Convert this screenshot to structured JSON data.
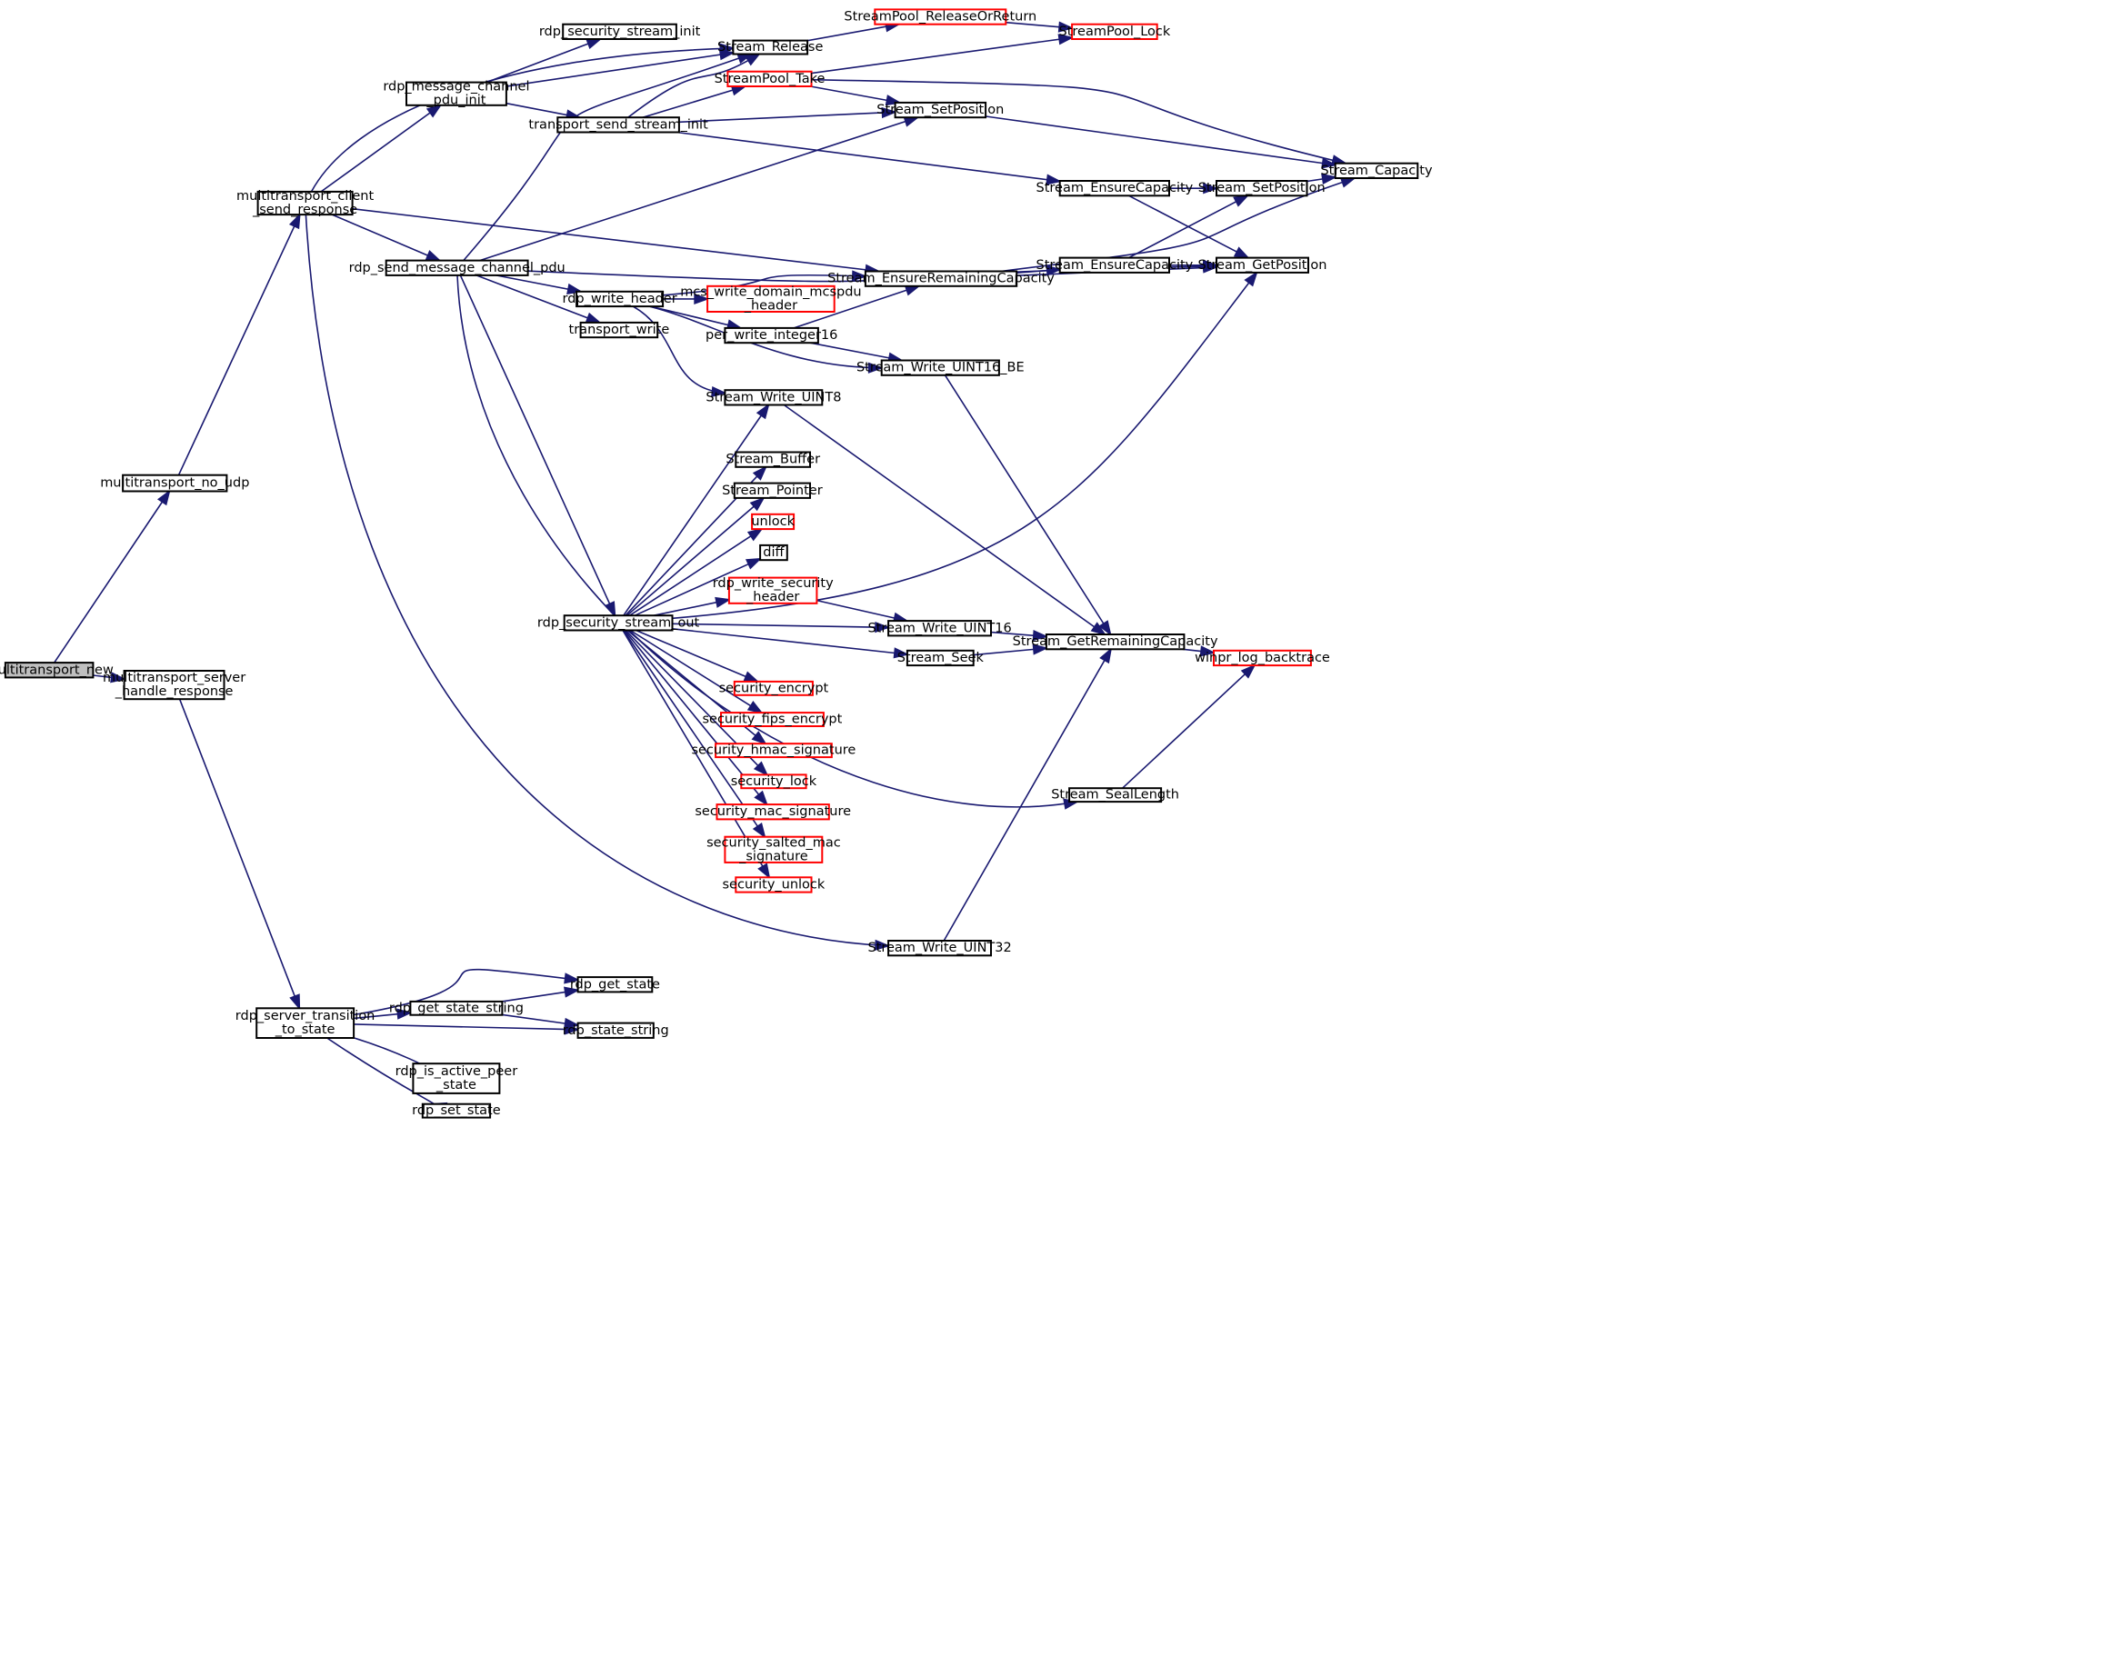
{
  "colors": {
    "edge": "#191970",
    "node_border": "#000000",
    "node_border_incomplete": "#ff0000",
    "root_fill": "#bfbfbf"
  },
  "nodes": [
    {
      "id": "multitransport_new",
      "lines": [
        "multitransport_new"
      ],
      "root": true
    },
    {
      "id": "multitransport_no_udp",
      "lines": [
        "multitransport_no_udp"
      ]
    },
    {
      "id": "multitransport_server_handle_response",
      "lines": [
        "multitransport_server",
        "_handle_response"
      ]
    },
    {
      "id": "multitransport_client_send_response",
      "lines": [
        "multitransport_client",
        "_send_response"
      ]
    },
    {
      "id": "rdp_server_transition_to_state",
      "lines": [
        "rdp_server_transition",
        "_to_state"
      ]
    },
    {
      "id": "rdp_message_channel_pdu_init",
      "lines": [
        "rdp_message_channel",
        "_pdu_init"
      ]
    },
    {
      "id": "rdp_send_message_channel_pdu",
      "lines": [
        "rdp_send_message_channel_pdu"
      ]
    },
    {
      "id": "rdp_get_state_string",
      "lines": [
        "rdp_get_state_string"
      ]
    },
    {
      "id": "rdp_is_active_peer_state",
      "lines": [
        "rdp_is_active_peer",
        "_state"
      ]
    },
    {
      "id": "rdp_set_state",
      "lines": [
        "rdp_set_state"
      ]
    },
    {
      "id": "rdp_get_state",
      "lines": [
        "rdp_get_state"
      ]
    },
    {
      "id": "rdp_state_string",
      "lines": [
        "rdp_state_string"
      ]
    },
    {
      "id": "rdp_security_stream_init",
      "lines": [
        "rdp_security_stream_init"
      ]
    },
    {
      "id": "transport_send_stream_init",
      "lines": [
        "transport_send_stream_init"
      ]
    },
    {
      "id": "rdp_write_header",
      "lines": [
        "rdp_write_header"
      ]
    },
    {
      "id": "transport_write",
      "lines": [
        "transport_write"
      ]
    },
    {
      "id": "rdp_security_stream_out",
      "lines": [
        "rdp_security_stream_out"
      ]
    },
    {
      "id": "Stream_Release",
      "lines": [
        "Stream_Release"
      ]
    },
    {
      "id": "StreamPool_Take",
      "lines": [
        "StreamPool_Take"
      ],
      "incomplete": true
    },
    {
      "id": "mcs_write_domain_mcspdu_header",
      "lines": [
        "mcs_write_domain_mcspdu",
        "_header"
      ],
      "incomplete": true
    },
    {
      "id": "per_write_integer16",
      "lines": [
        "per_write_integer16"
      ]
    },
    {
      "id": "Stream_Write_UINT8",
      "lines": [
        "Stream_Write_UINT8"
      ]
    },
    {
      "id": "Stream_Buffer",
      "lines": [
        "Stream_Buffer"
      ]
    },
    {
      "id": "Stream_Pointer",
      "lines": [
        "Stream_Pointer"
      ]
    },
    {
      "id": "unlock",
      "lines": [
        "unlock"
      ],
      "incomplete": true
    },
    {
      "id": "diff",
      "lines": [
        "diff"
      ]
    },
    {
      "id": "rdp_write_security_header",
      "lines": [
        "rdp_write_security",
        "_header"
      ],
      "incomplete": true
    },
    {
      "id": "security_encrypt",
      "lines": [
        "security_encrypt"
      ],
      "incomplete": true
    },
    {
      "id": "security_fips_encrypt",
      "lines": [
        "security_fips_encrypt"
      ],
      "incomplete": true
    },
    {
      "id": "security_hmac_signature",
      "lines": [
        "security_hmac_signature"
      ],
      "incomplete": true
    },
    {
      "id": "security_lock",
      "lines": [
        "security_lock"
      ],
      "incomplete": true
    },
    {
      "id": "security_mac_signature",
      "lines": [
        "security_mac_signature"
      ],
      "incomplete": true
    },
    {
      "id": "security_salted_mac_signature",
      "lines": [
        "security_salted_mac",
        "_signature"
      ],
      "incomplete": true
    },
    {
      "id": "security_unlock",
      "lines": [
        "security_unlock"
      ],
      "incomplete": true
    },
    {
      "id": "StreamPool_ReleaseOrReturn",
      "lines": [
        "StreamPool_ReleaseOrReturn"
      ],
      "incomplete": true
    },
    {
      "id": "Stream_SetPosition_a",
      "lines": [
        "Stream_SetPosition"
      ]
    },
    {
      "id": "Stream_EnsureRemainingCapacity",
      "lines": [
        "Stream_EnsureRemainingCapacity"
      ]
    },
    {
      "id": "Stream_Write_UINT16_BE",
      "lines": [
        "Stream_Write_UINT16_BE"
      ]
    },
    {
      "id": "Stream_Write_UINT16",
      "lines": [
        "Stream_Write_UINT16"
      ]
    },
    {
      "id": "Stream_Seek",
      "lines": [
        "Stream_Seek"
      ]
    },
    {
      "id": "Stream_Write_UINT32",
      "lines": [
        "Stream_Write_UINT32"
      ]
    },
    {
      "id": "StreamPool_Lock",
      "lines": [
        "StreamPool_Lock"
      ],
      "incomplete": true
    },
    {
      "id": "Stream_EnsureCapacity_a",
      "lines": [
        "Stream_EnsureCapacity"
      ]
    },
    {
      "id": "Stream_EnsureCapacity_b",
      "lines": [
        "Stream_EnsureCapacity"
      ]
    },
    {
      "id": "Stream_GetRemainingCapacity",
      "lines": [
        "Stream_GetRemainingCapacity"
      ]
    },
    {
      "id": "Stream_SealLength",
      "lines": [
        "Stream_SealLength"
      ]
    },
    {
      "id": "Stream_SetPosition_b",
      "lines": [
        "Stream_SetPosition"
      ]
    },
    {
      "id": "Stream_GetPosition",
      "lines": [
        "Stream_GetPosition"
      ]
    },
    {
      "id": "winpr_log_backtrace",
      "lines": [
        "winpr_log_backtrace"
      ],
      "incomplete": true
    },
    {
      "id": "Stream_Capacity",
      "lines": [
        "Stream_Capacity"
      ]
    }
  ],
  "edges": [
    [
      "multitransport_new",
      "multitransport_no_udp"
    ],
    [
      "multitransport_new",
      "multitransport_server_handle_response"
    ],
    [
      "multitransport_no_udp",
      "multitransport_client_send_response"
    ],
    [
      "multitransport_server_handle_response",
      "rdp_server_transition_to_state"
    ],
    [
      "multitransport_client_send_response",
      "Stream_Release"
    ],
    [
      "multitransport_client_send_response",
      "rdp_message_channel_pdu_init"
    ],
    [
      "multitransport_client_send_response",
      "rdp_send_message_channel_pdu"
    ],
    [
      "multitransport_client_send_response",
      "Stream_EnsureRemainingCapacity"
    ],
    [
      "multitransport_client_send_response",
      "Stream_Write_UINT32"
    ],
    [
      "rdp_message_channel_pdu_init",
      "rdp_security_stream_init"
    ],
    [
      "rdp_message_channel_pdu_init",
      "Stream_Release"
    ],
    [
      "rdp_message_channel_pdu_init",
      "transport_send_stream_init"
    ],
    [
      "transport_send_stream_init",
      "Stream_Release"
    ],
    [
      "transport_send_stream_init",
      "StreamPool_Take"
    ],
    [
      "transport_send_stream_init",
      "Stream_SetPosition_a"
    ],
    [
      "transport_send_stream_init",
      "Stream_EnsureCapacity_a"
    ],
    [
      "Stream_Release",
      "StreamPool_ReleaseOrReturn"
    ],
    [
      "StreamPool_ReleaseOrReturn",
      "StreamPool_Lock"
    ],
    [
      "StreamPool_Take",
      "StreamPool_Lock"
    ],
    [
      "StreamPool_Take",
      "Stream_SetPosition_a"
    ],
    [
      "StreamPool_Take",
      "Stream_Capacity"
    ],
    [
      "Stream_SetPosition_a",
      "Stream_Capacity"
    ],
    [
      "Stream_EnsureCapacity_a",
      "Stream_SetPosition_b"
    ],
    [
      "Stream_EnsureCapacity_a",
      "Stream_GetPosition"
    ],
    [
      "Stream_SetPosition_b",
      "Stream_Capacity"
    ],
    [
      "Stream_EnsureCapacity_b",
      "Stream_SetPosition_b"
    ],
    [
      "Stream_EnsureCapacity_b",
      "Stream_GetPosition"
    ],
    [
      "Stream_EnsureRemainingCapacity",
      "Stream_EnsureCapacity_b"
    ],
    [
      "Stream_EnsureRemainingCapacity",
      "Stream_GetPosition"
    ],
    [
      "Stream_EnsureRemainingCapacity",
      "Stream_Capacity"
    ],
    [
      "rdp_send_message_channel_pdu",
      "Stream_Release"
    ],
    [
      "rdp_send_message_channel_pdu",
      "Stream_SetPosition_a"
    ],
    [
      "rdp_send_message_channel_pdu",
      "Stream_GetPosition"
    ],
    [
      "rdp_send_message_channel_pdu",
      "rdp_write_header"
    ],
    [
      "rdp_send_message_channel_pdu",
      "transport_write"
    ],
    [
      "rdp_send_message_channel_pdu",
      "rdp_security_stream_out"
    ],
    [
      "rdp_send_message_channel_pdu",
      "Stream_SealLength"
    ],
    [
      "rdp_write_header",
      "Stream_EnsureRemainingCapacity"
    ],
    [
      "rdp_write_header",
      "mcs_write_domain_mcspdu_header"
    ],
    [
      "rdp_write_header",
      "per_write_integer16"
    ],
    [
      "rdp_write_header",
      "Stream_Write_UINT16_BE"
    ],
    [
      "rdp_write_header",
      "Stream_Write_UINT8"
    ],
    [
      "per_write_integer16",
      "Stream_EnsureRemainingCapacity"
    ],
    [
      "per_write_integer16",
      "Stream_Write_UINT16_BE"
    ],
    [
      "Stream_Write_UINT16_BE",
      "Stream_GetRemainingCapacity"
    ],
    [
      "Stream_Write_UINT8",
      "Stream_GetRemainingCapacity"
    ],
    [
      "rdp_security_stream_out",
      "Stream_Write_UINT8"
    ],
    [
      "rdp_security_stream_out",
      "Stream_GetPosition"
    ],
    [
      "rdp_security_stream_out",
      "Stream_Buffer"
    ],
    [
      "rdp_security_stream_out",
      "Stream_Pointer"
    ],
    [
      "rdp_security_stream_out",
      "unlock"
    ],
    [
      "rdp_security_stream_out",
      "diff"
    ],
    [
      "rdp_security_stream_out",
      "rdp_write_security_header"
    ],
    [
      "rdp_security_stream_out",
      "Stream_Write_UINT16"
    ],
    [
      "rdp_security_stream_out",
      "Stream_Seek"
    ],
    [
      "rdp_security_stream_out",
      "security_encrypt"
    ],
    [
      "rdp_security_stream_out",
      "security_fips_encrypt"
    ],
    [
      "rdp_security_stream_out",
      "security_hmac_signature"
    ],
    [
      "rdp_security_stream_out",
      "security_lock"
    ],
    [
      "rdp_security_stream_out",
      "security_mac_signature"
    ],
    [
      "rdp_security_stream_out",
      "security_salted_mac_signature"
    ],
    [
      "rdp_security_stream_out",
      "security_unlock"
    ],
    [
      "rdp_write_security_header",
      "Stream_Write_UINT16"
    ],
    [
      "Stream_Write_UINT16",
      "Stream_GetRemainingCapacity"
    ],
    [
      "Stream_Seek",
      "Stream_GetRemainingCapacity"
    ],
    [
      "Stream_Write_UINT32",
      "Stream_GetRemainingCapacity"
    ],
    [
      "Stream_GetRemainingCapacity",
      "winpr_log_backtrace"
    ],
    [
      "Stream_SealLength",
      "winpr_log_backtrace"
    ],
    [
      "rdp_server_transition_to_state",
      "rdp_get_state"
    ],
    [
      "rdp_server_transition_to_state",
      "rdp_get_state_string"
    ],
    [
      "rdp_server_transition_to_state",
      "rdp_state_string"
    ],
    [
      "rdp_server_transition_to_state",
      "rdp_is_active_peer_state"
    ],
    [
      "rdp_server_transition_to_state",
      "rdp_set_state"
    ],
    [
      "rdp_get_state_string",
      "rdp_get_state"
    ],
    [
      "rdp_get_state_string",
      "rdp_state_string"
    ]
  ]
}
